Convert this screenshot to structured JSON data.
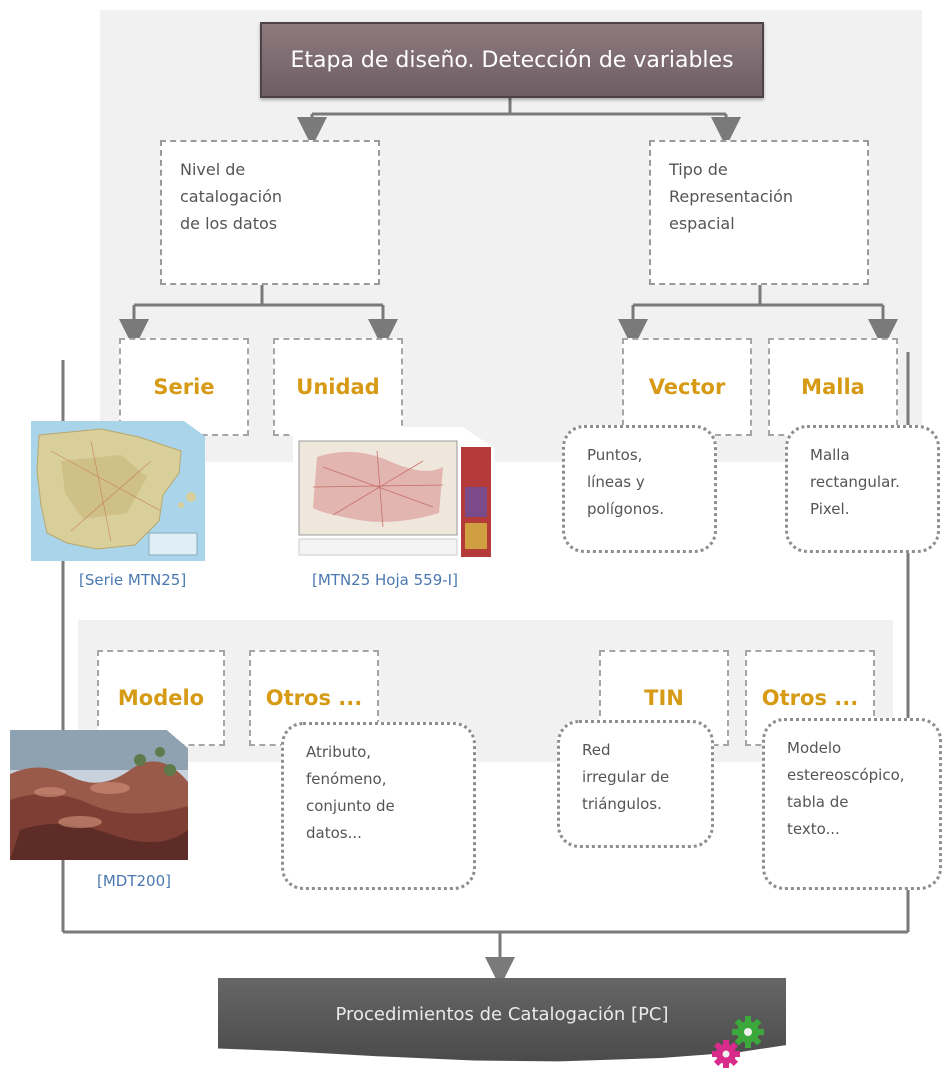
{
  "title": "Etapa de diseño. Detección de variables",
  "level_one": {
    "left": [
      "Nivel de",
      "catalogación",
      "de los datos"
    ],
    "right": [
      "Tipo de",
      "Representación",
      "espacial"
    ]
  },
  "categories": {
    "serie": "Serie",
    "unidad": "Unidad",
    "vector": "Vector",
    "malla": "Malla",
    "modelo": "Modelo",
    "otros_left": "Otros ...",
    "tin": "TIN",
    "otros_right": "Otros ..."
  },
  "notes": {
    "vector": [
      "Puntos,",
      "líneas y",
      "polígonos."
    ],
    "malla": [
      "Malla",
      "rectangular.",
      "Pixel."
    ],
    "otros_left": [
      "Atributo,",
      "fenómeno,",
      "conjunto de",
      "datos..."
    ],
    "tin": [
      "Red",
      "irregular de",
      "triángulos."
    ],
    "otros_right": [
      "Modelo",
      "estereoscópico,",
      "tabla de",
      "texto..."
    ]
  },
  "captions": {
    "serie": "[Serie MTN25]",
    "hoja": "[MTN25 Hoja 559-I]",
    "mdt": "[MDT200]"
  },
  "footer": "Procedimientos de Catalogación [PC]",
  "icons": [
    "map-iberia-thumbnail",
    "map-sheet-thumbnail",
    "terrain-model-thumbnail",
    "gears-icon"
  ],
  "colors": {
    "title_fill": "#7e6c71",
    "category_text": "#d69a14",
    "caption_text": "#4a78b0",
    "footer_fill": "#575757",
    "connector": "#7a7a7a",
    "band": "#f1f1f1"
  }
}
